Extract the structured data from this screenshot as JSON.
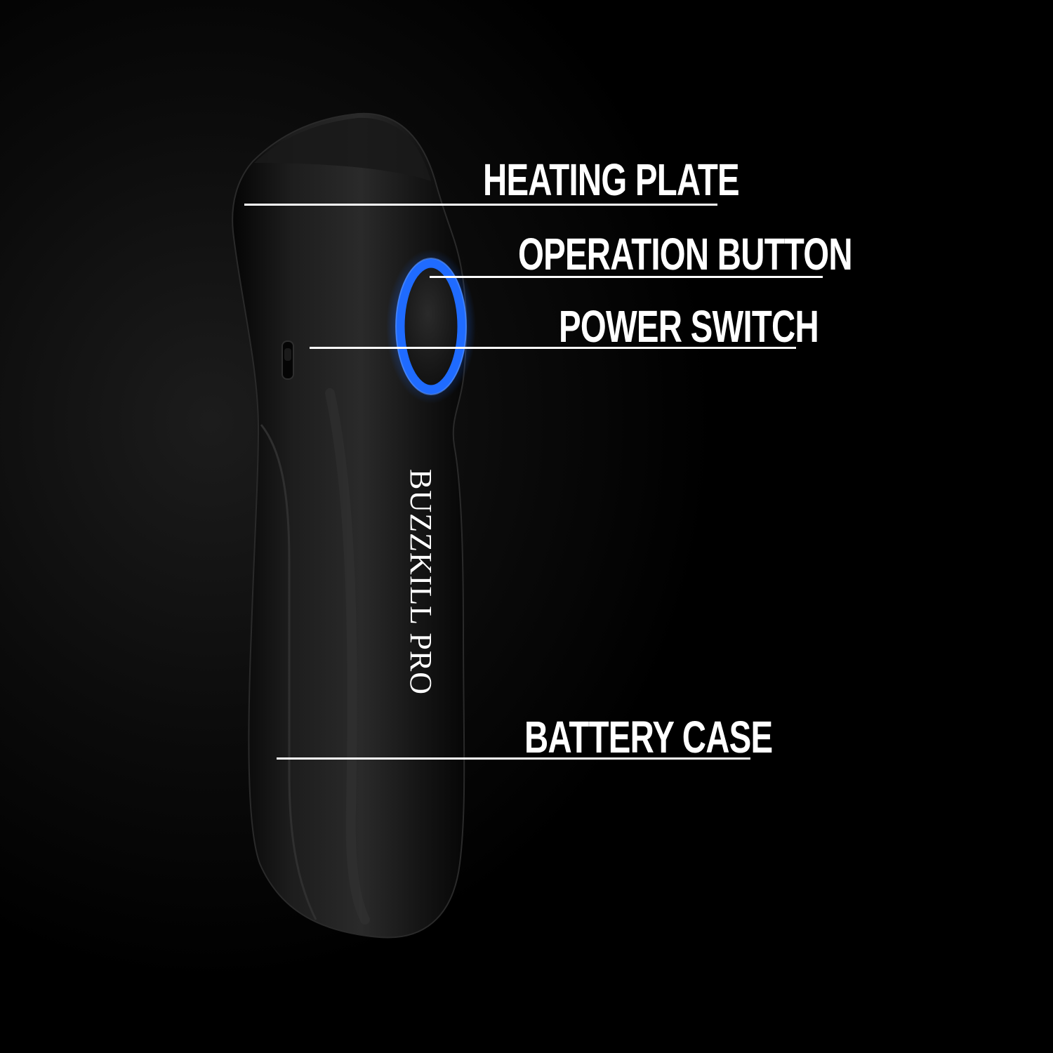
{
  "device": {
    "brand_text": "BUZZKILL PRO",
    "body_color": "#111111",
    "ring_color": "#1f6bff"
  },
  "callouts": {
    "heating_plate": "HEATING PLATE",
    "operation_button": "OPERATION BUTTON",
    "power_switch": "POWER SWITCH",
    "battery_case": "BATTERY CASE"
  },
  "colors": {
    "background": "#000000",
    "label": "#ffffff"
  }
}
